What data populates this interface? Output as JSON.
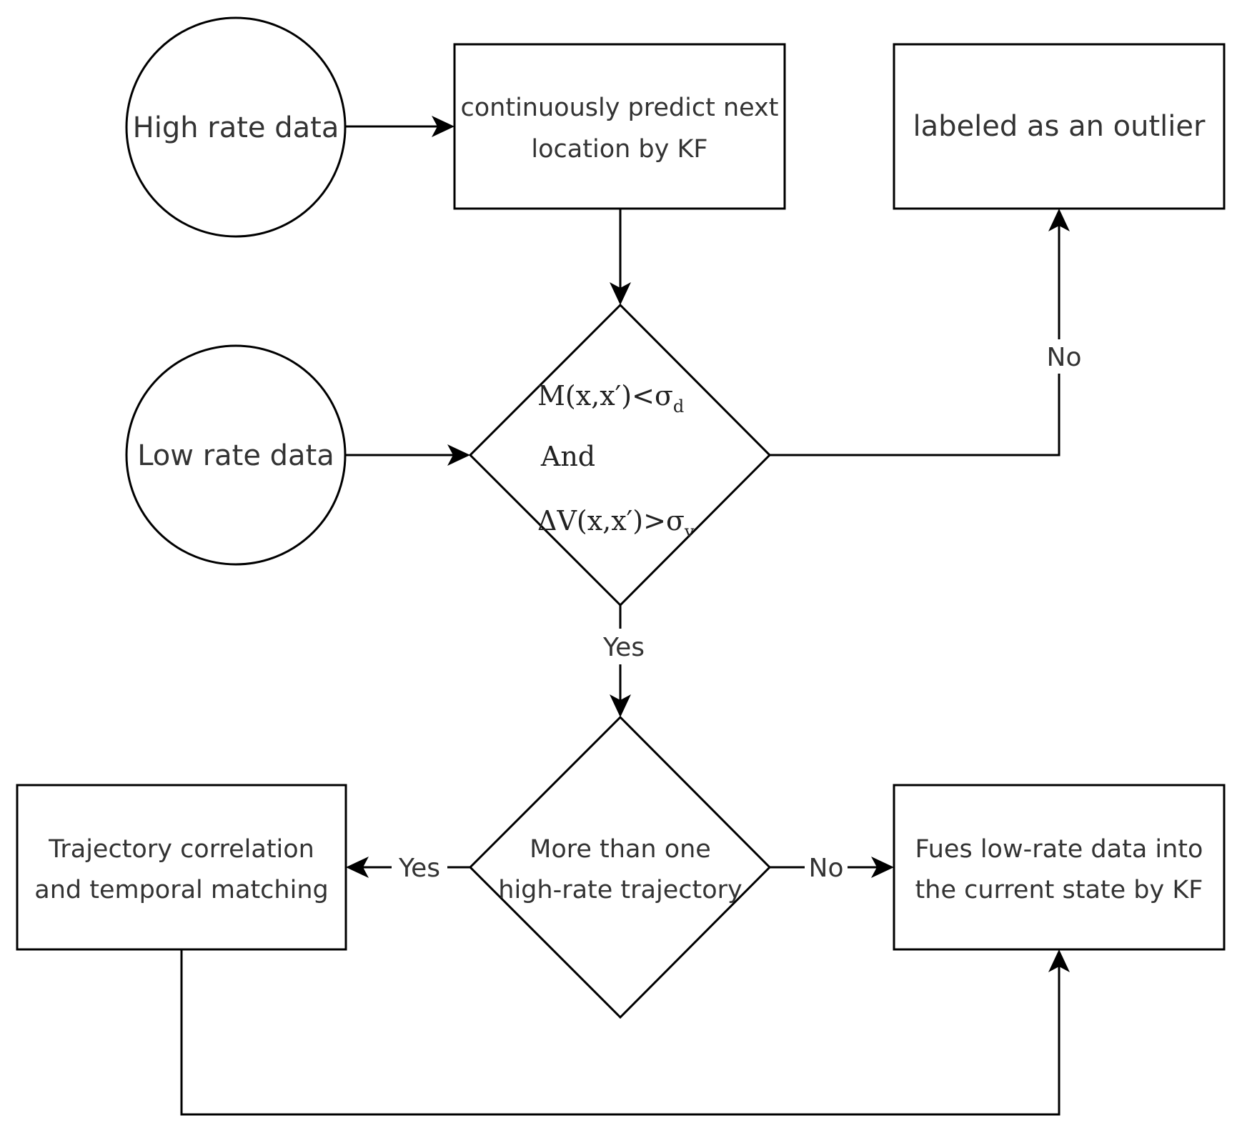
{
  "nodes": {
    "high_rate": {
      "label": "High rate data"
    },
    "low_rate": {
      "label": "Low rate data"
    },
    "predict": {
      "line1": "continuously predict next",
      "line2": "location by KF"
    },
    "outlier": {
      "label": "labeled as an outlier"
    },
    "condition": {
      "line1_main": "M(x,x′)<σ",
      "line1_sub": "d",
      "line2": "And",
      "line3_main": "ΔV(x,x′)>σ",
      "line3_sub": "v"
    },
    "multi_traj": {
      "line1": "More than one",
      "line2": "high-rate trajectory"
    },
    "traj_corr": {
      "line1": "Trajectory correlation",
      "line2": "and temporal matching"
    },
    "fuse": {
      "line1": "Fues low-rate data into",
      "line2": "the current state by KF"
    }
  },
  "edges": {
    "condition_no": "No",
    "condition_yes": "Yes",
    "multi_yes": "Yes",
    "multi_no": "No"
  }
}
